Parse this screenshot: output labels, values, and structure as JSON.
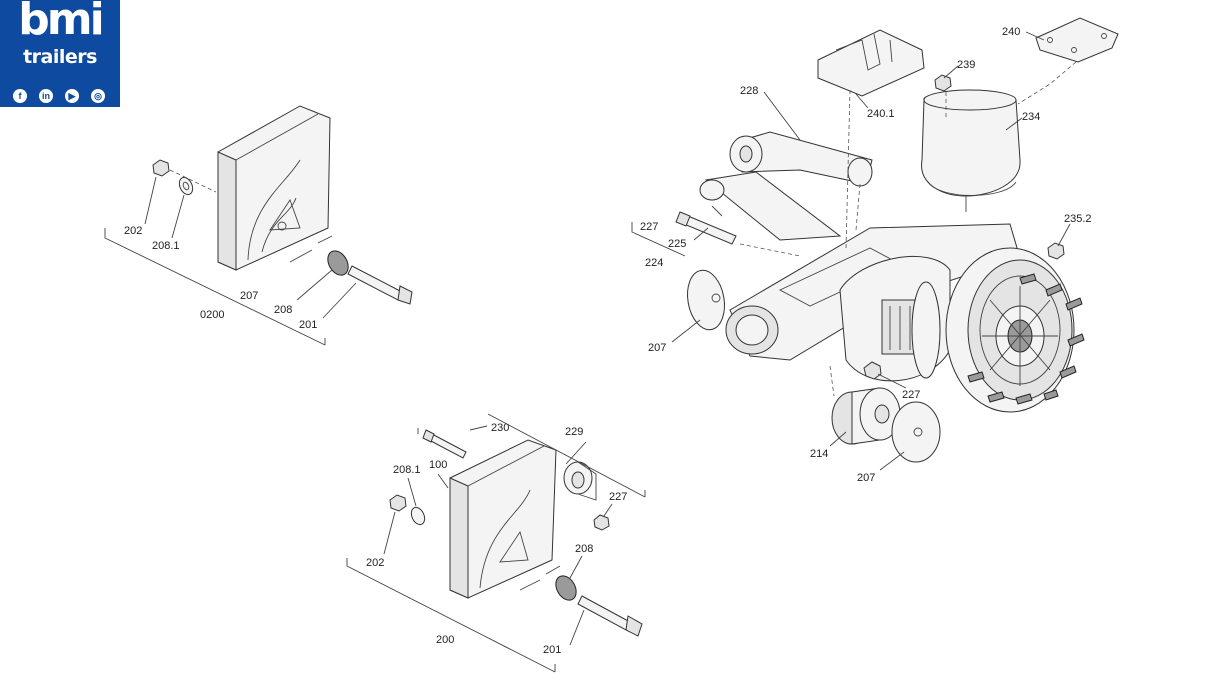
{
  "logo": {
    "line1": "bmi",
    "line2": "trailers",
    "brand_color": "#0f4aa1",
    "socials": [
      "facebook-icon",
      "linkedin-icon",
      "youtube-icon",
      "instagram-icon"
    ]
  },
  "labels": {
    "l202a": "202",
    "l2081a": "208.1",
    "l207a": "207",
    "l0200": "0200",
    "l208a": "208",
    "l201a": "201",
    "l230": "230",
    "l229": "229",
    "l2081b": "208.1",
    "l100": "100",
    "l227b": "227",
    "l202b": "202",
    "l208b": "208",
    "l200": "200",
    "l201b": "201",
    "l240": "240",
    "l239": "239",
    "l2401": "240.1",
    "l228": "228",
    "l234": "234",
    "l2352": "235.2",
    "l227a": "227",
    "l225": "225",
    "l224": "224",
    "l207b": "207",
    "l227c": "227",
    "l214": "214",
    "l207c": "207"
  }
}
